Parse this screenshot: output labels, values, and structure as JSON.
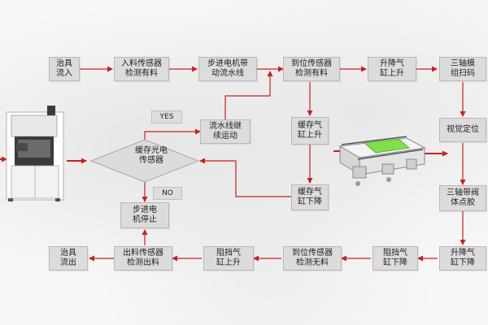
{
  "steps": {
    "fixture_in": "治具\n流入",
    "infeed_sensor": "入料传感器\n检测有料",
    "stepper_drive": "步进电机带\n动流水线",
    "arrival_sensor_has": "到位传感器\n检测有料",
    "lift_up": "升降气\n缸上升",
    "three_axis_scan": "三轴模\n组扫码",
    "conveyor_continue": "流水线继\n续运动",
    "buffer_cyl_up": "缓存气\n缸上升",
    "vision": "视觉定位",
    "buffer_sensor": "缓存光电\n传感器",
    "buffer_cyl_down": "缓存气\n缸下降",
    "valve_glue": "三轴带阀\n体点胶",
    "stepper_stop": "步进电\n机停止",
    "fixture_out": "治具\n流出",
    "outfeed_sensor": "出料传感器\n检测出料",
    "block_up": "阻挡气\n缸上升",
    "arrival_sensor_none": "到位传感器\n检测无料",
    "block_down": "阻挡气\n缸下降",
    "lift_down": "升降气\n缸下降"
  },
  "labels": {
    "yes": "YES",
    "no": "NO"
  },
  "colors": {
    "arrow": "#cc1f1f",
    "box": "#dcdcdc",
    "highlight": "#7fe04a"
  }
}
